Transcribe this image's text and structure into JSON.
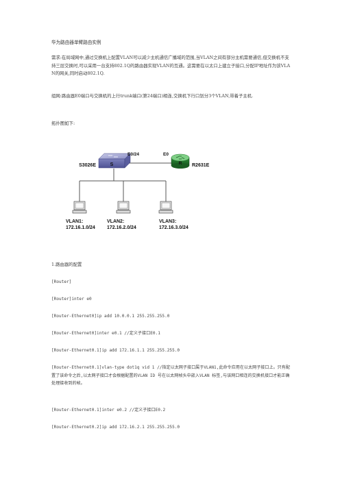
{
  "title": "华为路由器单臂路由实例",
  "req": "需求:在局域网中,通过交换机上配置VLAN可以减少主机通信广播域的范围,当VLAN之间有部分主机需要通信,但交换机不支持三层交换时,可以采用一台支持802.1Q的路由器实现VLAN的互通。这需要在以太口上建立子接口,分配IP地址作为该VLAN的网关,同时启动802.1Q.",
  "net": "组网:路由器E0端口与交换机的上行trunk端口(第24端口)相连,交换机下行口划分3个VLAN,带着子主机.",
  "topo_intro": "拓扑图如下:",
  "diagram": {
    "switch_name": "S3026E",
    "switch_letter": "S",
    "router_name": "R2631E",
    "router_letter": "R",
    "switch_port": "E0/24",
    "router_port": "E0",
    "vlans": [
      {
        "name": "VLAN1:",
        "net": "172.16.1.0/24"
      },
      {
        "name": "VLAN2:",
        "net": "172.16.2.0/24"
      },
      {
        "name": "VLAN3:",
        "net": "172.16.3.0/24"
      }
    ]
  },
  "section1": "1.路由器的配置",
  "cmds": [
    "[Router]",
    "[Router]inter e0",
    "[Router-Ethernet0]ip add 10.0.0.1 255.255.255.0",
    "[Router-Ethernet0]inter e0.1 //定义子接口E0.1",
    "[Router-Ethernet0.1]ip add 172.16.1.1 255.255.255.0"
  ],
  "vlan_cmd": "[Router-Ethernet0.1]vlan-type dot1q vid 1 //指定以太网子接口属于VLAN1,此命令应用在以太网子接口上。只有配置了该命令之后,以太网子接口才会根据配置的VLAN ID 号在以太网帧头中嵌入VLAN 标签,与该网口相连的交换机接口才能正确处理接收到的帧。",
  "cmds2": [
    "[Router-Ethernet0.1]inter e0.2 //定义子接口E0.2",
    "[Router-Ethernet0.2]ip add 172.16.2.1 255.255.255.0"
  ]
}
